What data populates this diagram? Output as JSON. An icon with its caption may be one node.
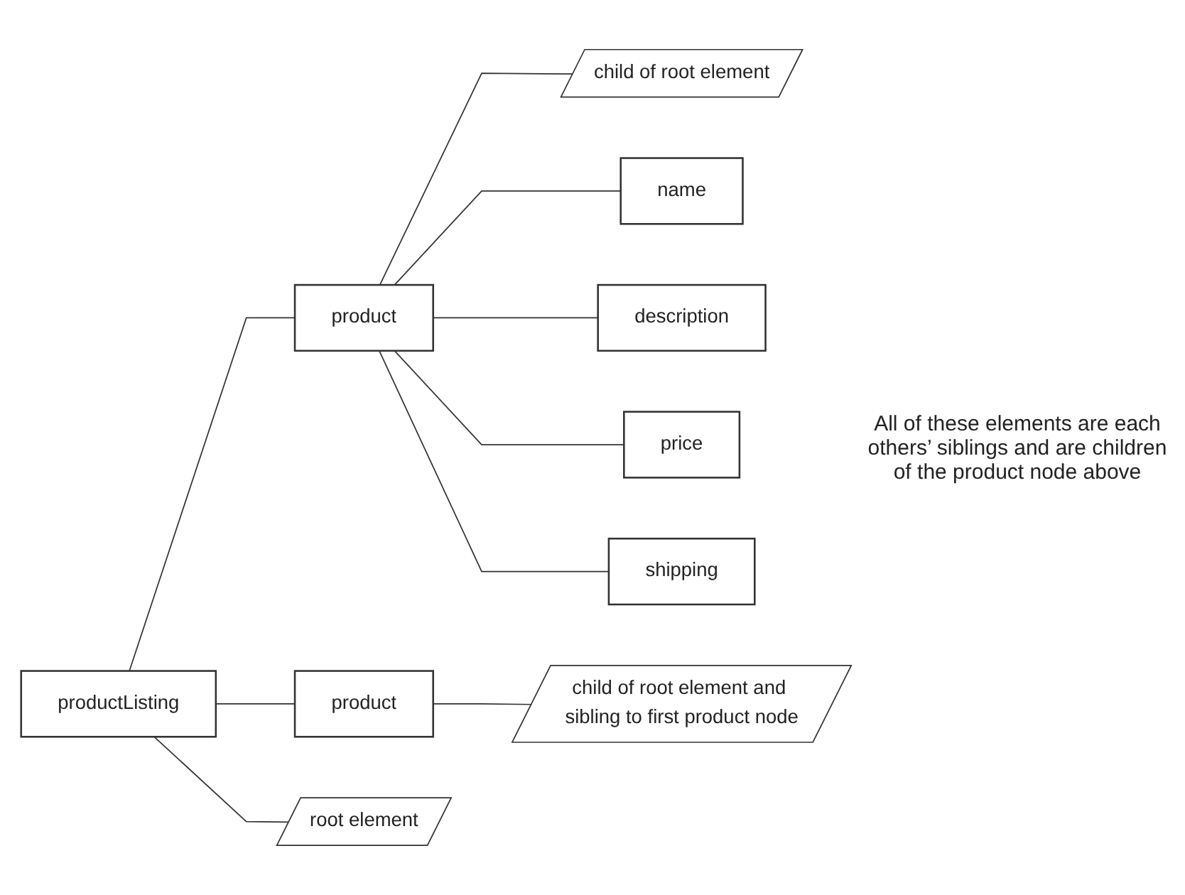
{
  "diagram": {
    "nodes": [
      {
        "text": [
          "productListing"
        ]
      },
      {
        "text": [
          "product"
        ]
      },
      {
        "text": [
          "name"
        ]
      },
      {
        "text": [
          "description"
        ]
      },
      {
        "text": [
          "price"
        ]
      },
      {
        "text": [
          "shipping"
        ]
      },
      {
        "text": [
          "product"
        ]
      },
      {
        "text": [
          "root element"
        ]
      },
      {
        "text": [
          "child of root element"
        ]
      },
      {
        "text": [
          "child of root element and sibling to first product node"
        ]
      }
    ],
    "edges": [
      {
        "from": 0,
        "to": 7,
        "arrow": "none"
      },
      {
        "from": 0,
        "to": 1,
        "arrow": "none"
      },
      {
        "from": 1,
        "to": 8,
        "arrow": "none"
      },
      {
        "from": 1,
        "to": 2,
        "arrow": "none"
      },
      {
        "from": 1,
        "to": 3,
        "arrow": "none"
      },
      {
        "from": 1,
        "to": 4,
        "arrow": "none"
      },
      {
        "from": 1,
        "to": 5,
        "arrow": "none"
      },
      {
        "from": 0,
        "to": 6,
        "arrow": "none"
      },
      {
        "from": 6,
        "to": 9,
        "arrow": "none"
      }
    ],
    "labels": [
      "All of these elements are each others’ siblings and are children of the product node above"
    ]
  }
}
